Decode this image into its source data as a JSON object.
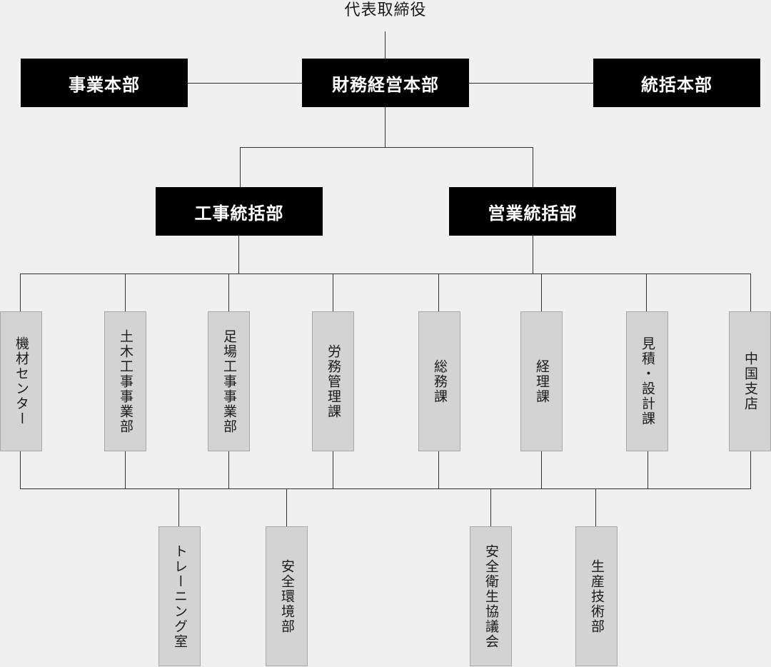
{
  "top": {
    "label": "代表取締役"
  },
  "level1": {
    "left": "事業本部",
    "center": "財務経営本部",
    "right": "統括本部"
  },
  "level2": {
    "left": "工事統括部",
    "right": "営業統括部"
  },
  "departments": [
    "機材センター",
    "土木工事事業部",
    "足場工事事業部",
    "労務管理課",
    "総務課",
    "経理課",
    "見積・設計課",
    "中国支店"
  ],
  "bottom": [
    "トレーニング室",
    "安全環境部",
    "安全衛生協議会",
    "生産技術部"
  ]
}
